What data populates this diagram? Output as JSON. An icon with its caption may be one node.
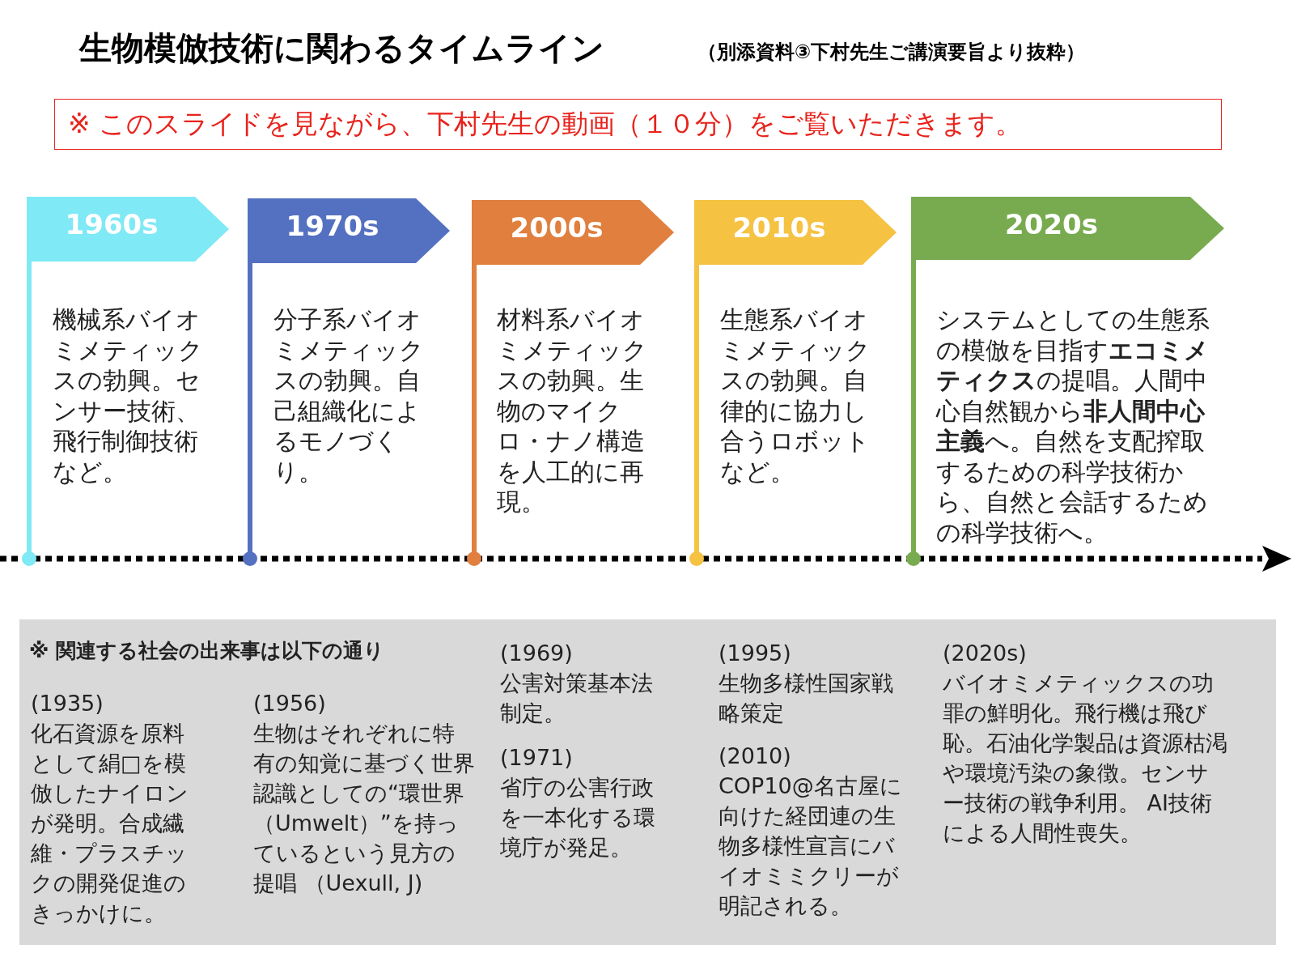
{
  "diagram": {
    "title": "生物模倣技術に関わるタイムライン",
    "nodes": [
      {
        "text": [
          "※ このスライドを見ながら、下村先生の動画（１０分）をご覧いただきます。"
        ]
      },
      {
        "text": [
          "1960s"
        ],
        "beside": [
          "機械系バイオミメティックスの勃興。センサー技術、飛行制御技術など。"
        ]
      },
      {
        "text": [
          "1970s"
        ],
        "beside": [
          "分子系バイオミメティックスの勃興。自己組織化によるモノづくり。"
        ]
      },
      {
        "text": [
          "2000s"
        ],
        "beside": [
          "材料系バイオミメティックスの勃興。生物のマイクロ・ナノ構造を人工的に再現。"
        ]
      },
      {
        "text": [
          "2010s"
        ],
        "beside": [
          "生態系バイオミメティックスの勃興。自律的に協力し合うロボットなど。"
        ]
      },
      {
        "text": [
          "2020s"
        ],
        "beside": [
          "システムとしての生態系の模倣を目指す**エコミメティクス**の提唱。人間中心自然観から**非人間中心主義**へ。自然を支配搾取するための科学技術から、自然と会話するための科学技術へ。"
        ]
      },
      {
        "text": [
          "※ 関連する社会の出来事は以下の通り",
          "(1935)",
          "化石資源を原料として絹□を模倣したナイロンが発明。合成繊維・プラスチックの開発促進のきっかけに。",
          "(1956)",
          "生物はそれぞれに特有の知覚に基づく世界認識としての“環世界（Umwelt）”を持っているという見方の提唱 （Uexull, J)",
          "(1969)",
          "公害対策基本法制定。",
          "(1971)",
          "省庁の公害行政を一本化する環境庁が発足。",
          "(1995)",
          "生物多様性国家戦略策定",
          "(2010)",
          "COP10@名古屋に向けた経団連の生物多様性宣言にバイオミミクリーが明記される。",
          "(2020s)",
          "バイオミメティックスの功罪の鮮明化。飛行機は飛び恥。石油化学製品は資源枯渇や環境汚染の象徴。センサー技術の戦争利用。 AI技術による人間性喪失。"
        ]
      }
    ],
    "labels": [
      "（別添資料③下村先生ご講演要旨より抜粋）"
    ]
  }
}
